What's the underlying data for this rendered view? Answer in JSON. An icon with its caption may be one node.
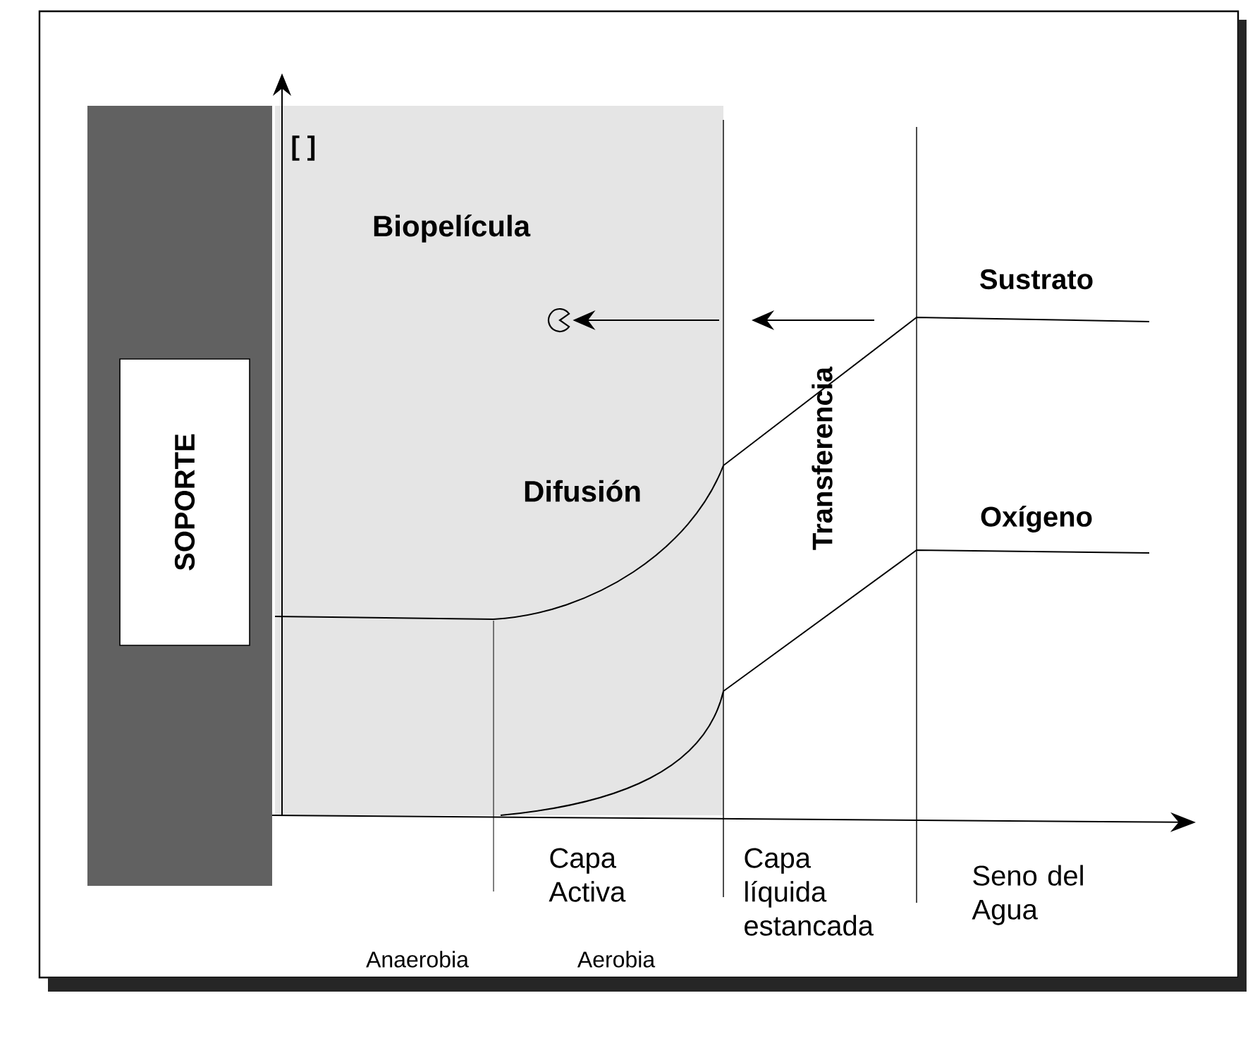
{
  "diagram": {
    "nodes": [
      {
        "text": [
          "SOPORTE"
        ]
      },
      {
        "text": [],
        "shape": "circle"
      }
    ],
    "edges": [
      {
        "from": null,
        "to": 1,
        "arrow": "to"
      }
    ],
    "labels": [
      "[ ]",
      "Biopelícula",
      "Sustrato",
      "Difusión",
      "Transferencia",
      "Oxígeno",
      "Capa Activa",
      "Capa líquida estancada",
      "Seno del Agua",
      "Anaerobia",
      "Aerobia"
    ]
  }
}
